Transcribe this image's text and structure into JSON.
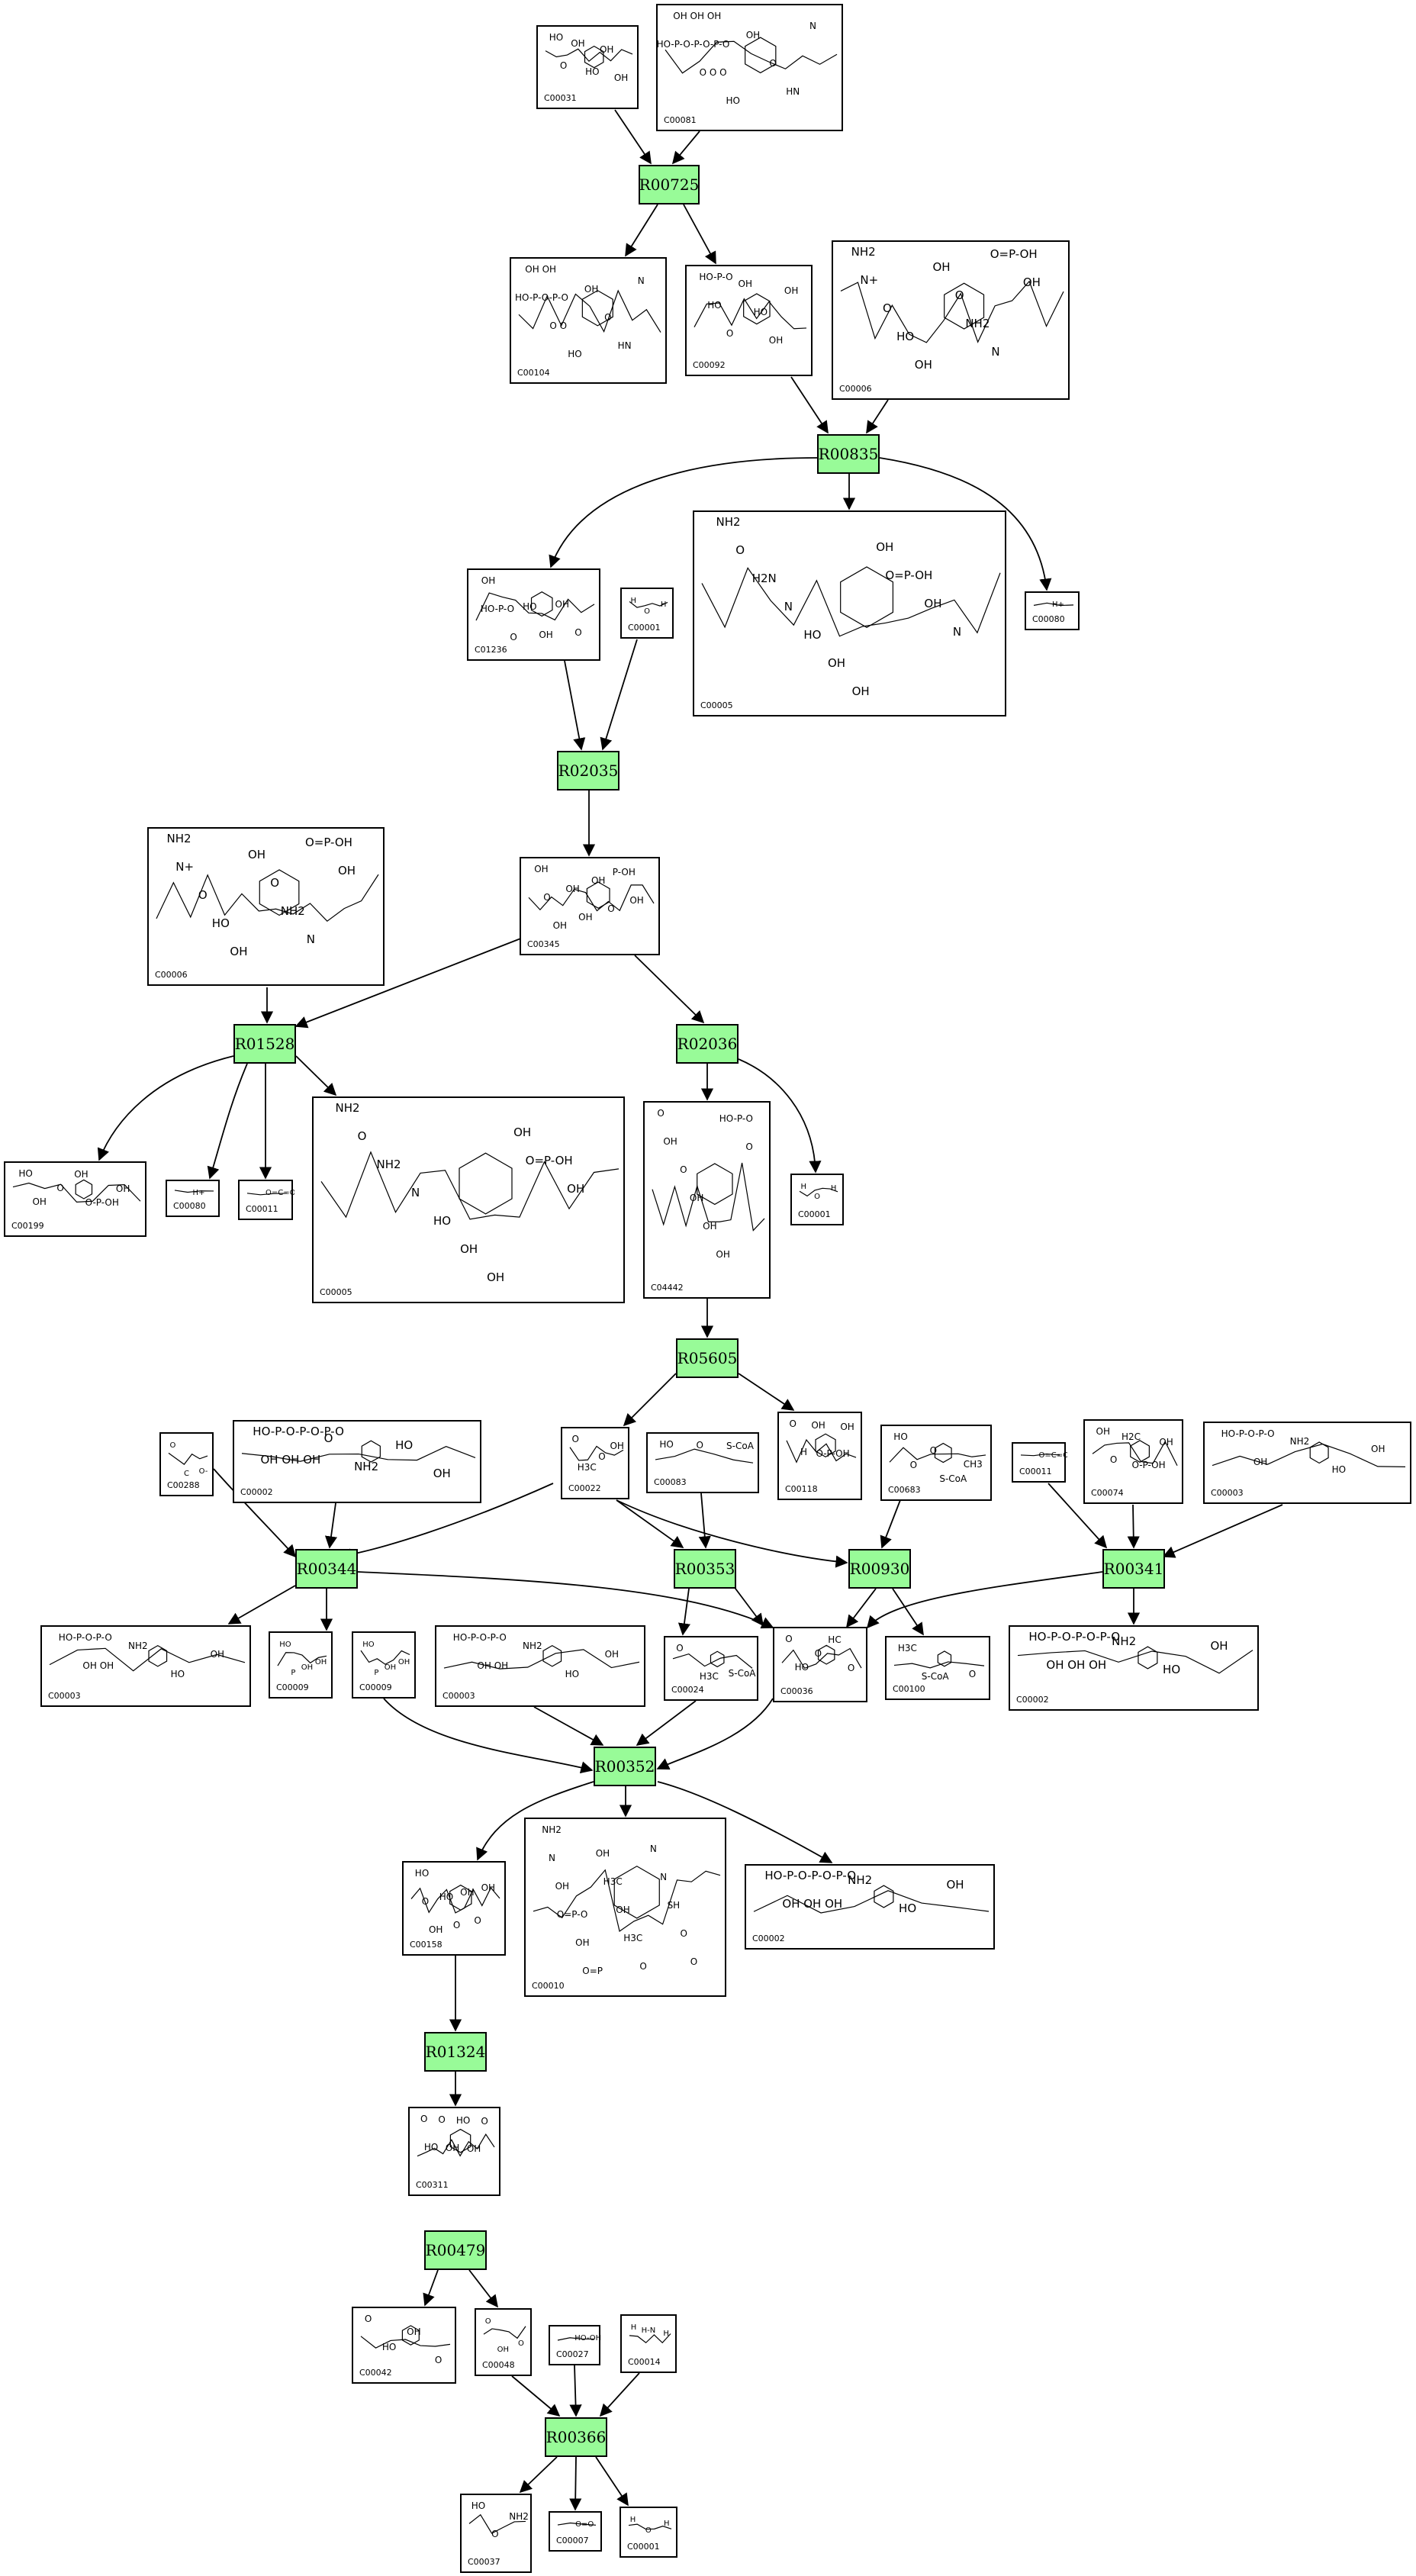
{
  "reactions": [
    {
      "id": "R00725",
      "label": "R00725"
    },
    {
      "id": "R00835",
      "label": "R00835"
    },
    {
      "id": "R02035",
      "label": "R02035"
    },
    {
      "id": "R01528",
      "label": "R01528"
    },
    {
      "id": "R02036",
      "label": "R02036"
    },
    {
      "id": "R05605",
      "label": "R05605"
    },
    {
      "id": "R00344",
      "label": "R00344"
    },
    {
      "id": "R00353",
      "label": "R00353"
    },
    {
      "id": "R00930",
      "label": "R00930"
    },
    {
      "id": "R00341",
      "label": "R00341"
    },
    {
      "id": "R00352",
      "label": "R00352"
    },
    {
      "id": "R01324",
      "label": "R01324"
    },
    {
      "id": "R00479",
      "label": "R00479"
    },
    {
      "id": "R00366",
      "label": "R00366"
    }
  ],
  "compounds": [
    {
      "key": "c00031",
      "id": "C00031",
      "texts": [
        "HO",
        "O",
        "OH",
        "HO",
        "OH",
        "OH"
      ]
    },
    {
      "key": "c00081",
      "id": "C00081",
      "texts": [
        "OH OH OH",
        "HO-P-O-P-O-P-O",
        "O  O  O",
        "HO",
        "OH",
        "O",
        "HN",
        "N"
      ]
    },
    {
      "key": "c00104",
      "id": "C00104",
      "texts": [
        "OH OH",
        "HO-P-O-P-O",
        "O  O",
        "HO",
        "OH",
        "O",
        "HN",
        "N"
      ]
    },
    {
      "key": "c00092",
      "id": "C00092",
      "texts": [
        "HO-P-O",
        "HO",
        "O",
        "OH",
        "HO",
        "OH",
        "OH"
      ]
    },
    {
      "key": "c00006a",
      "id": "C00006",
      "texts": [
        "NH2",
        "N+",
        "O",
        "HO",
        "OH",
        "OH",
        "O",
        "NH2",
        "N",
        "O=P-OH",
        "OH"
      ]
    },
    {
      "key": "c01236",
      "id": "C01236",
      "texts": [
        "OH",
        "HO-P-O",
        "O",
        "HO",
        "OH",
        "OH",
        "O"
      ]
    },
    {
      "key": "c00001a",
      "id": "C00001",
      "texts": [
        "H",
        "O",
        "H"
      ]
    },
    {
      "key": "c00005a",
      "id": "C00005",
      "texts": [
        "NH2",
        "O",
        "H2N",
        "N",
        "HO",
        "OH",
        "OH",
        "OH",
        "O=P-OH",
        "OH",
        "N"
      ]
    },
    {
      "key": "c00080a",
      "id": "C00080",
      "texts": [
        "H+"
      ]
    },
    {
      "key": "c00345",
      "id": "C00345",
      "texts": [
        "OH",
        "O",
        "OH",
        "OH",
        "OH",
        "OH",
        "O",
        "P-OH",
        "OH"
      ]
    },
    {
      "key": "c00006b",
      "id": "C00006",
      "texts": [
        "NH2",
        "N+",
        "O",
        "HO",
        "OH",
        "OH",
        "O",
        "NH2",
        "N",
        "O=P-OH",
        "OH"
      ]
    },
    {
      "key": "c00199",
      "id": "C00199",
      "texts": [
        "HO",
        "OH",
        "O",
        "OH",
        "O-P-OH",
        "OH"
      ]
    },
    {
      "key": "c00080b",
      "id": "C00080",
      "texts": [
        "H+"
      ]
    },
    {
      "key": "c00011a",
      "id": "C00011",
      "texts": [
        "O=C=O"
      ]
    },
    {
      "key": "c00005b",
      "id": "C00005",
      "texts": [
        "NH2",
        "O",
        "NH2",
        "N",
        "HO",
        "OH",
        "OH",
        "OH",
        "O=P-OH",
        "OH"
      ]
    },
    {
      "key": "c04442",
      "id": "C04442",
      "texts": [
        "O",
        "OH",
        "O",
        "OH",
        "OH",
        "OH",
        "HO-P-O",
        "O"
      ]
    },
    {
      "key": "c00001b",
      "id": "C00001",
      "texts": [
        "H",
        "O",
        "H"
      ]
    },
    {
      "key": "c00288",
      "id": "C00288",
      "texts": [
        "O",
        "C",
        "O-"
      ]
    },
    {
      "key": "c00002a",
      "id": "C00002",
      "texts": [
        "HO-P-O-P-O-P-O",
        "OH OH OH",
        "O",
        "NH2",
        "HO",
        "OH"
      ]
    },
    {
      "key": "c00022",
      "id": "C00022",
      "texts": [
        "O",
        "H3C",
        "O",
        "OH"
      ]
    },
    {
      "key": "c00083",
      "id": "C00083",
      "texts": [
        "HO",
        "O",
        "S-CoA"
      ]
    },
    {
      "key": "c00118",
      "id": "C00118",
      "texts": [
        "O",
        "H",
        "OH",
        "O-P-OH",
        "OH"
      ]
    },
    {
      "key": "c00683",
      "id": "C00683",
      "texts": [
        "HO",
        "O",
        "O",
        "S-CoA",
        "CH3"
      ]
    },
    {
      "key": "c00011b",
      "id": "C00011",
      "texts": [
        "O=C=O"
      ]
    },
    {
      "key": "c00074",
      "id": "C00074",
      "texts": [
        "OH",
        "O",
        "H2C",
        "O-P-OH",
        "OH"
      ]
    },
    {
      "key": "c00003a",
      "id": "C00003",
      "texts": [
        "HO-P-O-P-O",
        "OH",
        "NH2",
        "HO",
        "OH"
      ]
    },
    {
      "key": "c00003b",
      "id": "C00003",
      "texts": [
        "HO-P-O-P-O",
        "OH OH",
        "NH2",
        "HO",
        "OH"
      ]
    },
    {
      "key": "c00009a",
      "id": "C00009",
      "texts": [
        "HO",
        "P",
        "OH",
        "OH"
      ]
    },
    {
      "key": "c00009b",
      "id": "C00009",
      "texts": [
        "HO",
        "P",
        "OH",
        "OH"
      ]
    },
    {
      "key": "c00003c",
      "id": "C00003",
      "texts": [
        "HO-P-O-P-O",
        "OH OH",
        "NH2",
        "HO",
        "OH"
      ]
    },
    {
      "key": "c00024",
      "id": "C00024",
      "texts": [
        "O",
        "H3C",
        "S-CoA"
      ]
    },
    {
      "key": "c00036",
      "id": "C00036",
      "texts": [
        "O",
        "HO",
        "O",
        "HC",
        "O"
      ]
    },
    {
      "key": "c00100",
      "id": "C00100",
      "texts": [
        "H3C",
        "S-CoA",
        "O"
      ]
    },
    {
      "key": "c00002b",
      "id": "C00002",
      "texts": [
        "HO-P-O-P-O-P-O",
        "OH OH OH",
        "NH2",
        "HO",
        "OH"
      ]
    },
    {
      "key": "c00158",
      "id": "C00158",
      "texts": [
        "HO",
        "O",
        "OH",
        "HO",
        "O",
        "OH",
        "O",
        "OH"
      ]
    },
    {
      "key": "c00010",
      "id": "C00010",
      "texts": [
        "NH2",
        "N",
        "OH",
        "O=P-O",
        "OH",
        "O=P",
        "OH",
        "H3C",
        "OH",
        "H3C",
        "O",
        "N",
        "N",
        "SH",
        "O",
        "O"
      ]
    },
    {
      "key": "c00002c",
      "id": "C00002",
      "texts": [
        "HO-P-O-P-O-P-O",
        "OH OH OH",
        "NH2",
        "HO",
        "OH"
      ]
    },
    {
      "key": "c00311",
      "id": "C00311",
      "texts": [
        "O",
        "HO",
        "O",
        "OH",
        "HO",
        "OH",
        "O"
      ]
    },
    {
      "key": "c00042",
      "id": "C00042",
      "texts": [
        "O",
        "HO",
        "OH",
        "O"
      ]
    },
    {
      "key": "c00048",
      "id": "C00048",
      "texts": [
        "O",
        "OH",
        "O"
      ]
    },
    {
      "key": "c00027",
      "id": "C00027",
      "texts": [
        "HO-OH"
      ]
    },
    {
      "key": "c00014",
      "id": "C00014",
      "texts": [
        "H",
        "H-N",
        "H"
      ]
    },
    {
      "key": "c00037",
      "id": "C00037",
      "texts": [
        "HO",
        "O",
        "NH2"
      ]
    },
    {
      "key": "c00007",
      "id": "C00007",
      "texts": [
        "O=O"
      ]
    },
    {
      "key": "c00001c",
      "id": "C00001",
      "texts": [
        "H",
        "O",
        "H"
      ]
    }
  ]
}
